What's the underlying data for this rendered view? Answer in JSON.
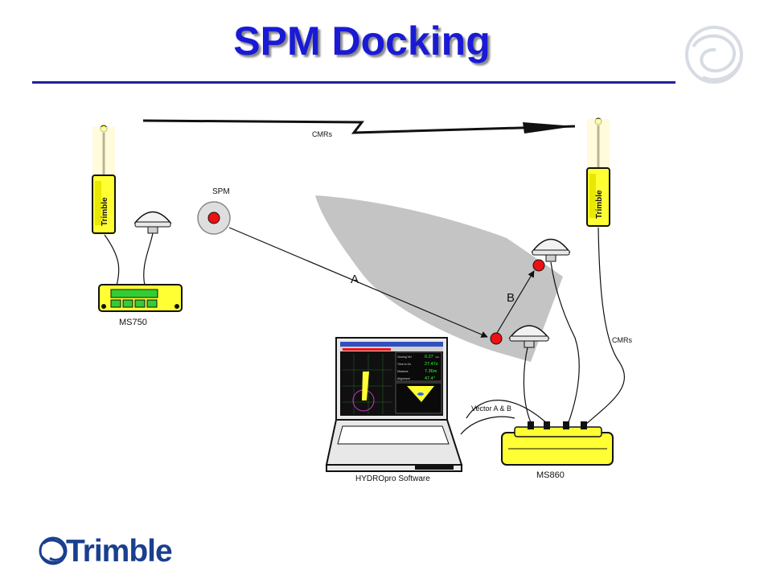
{
  "slide": {
    "title": "SPM Docking"
  },
  "diagram": {
    "cmrs_top": "CMRs",
    "cmrs_right": "CMRs",
    "spm_label": "SPM",
    "vector_a_label": "A",
    "vector_b_label": "B",
    "ms750_label": "MS750",
    "ms860_label": "MS860",
    "vector_ab_label": "Vector A & B",
    "software_label": "HYDROpro Software",
    "radio_brand": "Trimble"
  },
  "screen": {
    "row1_label": "Closing Vel",
    "row1_value": "0.27",
    "row1_unit": "m/s",
    "row2_label": "Time to Go",
    "row2_value": "27.47s",
    "row3_label": "Distance",
    "row3_value": "7.36m",
    "row4_label": "Alignment",
    "row4_value": "47.4°"
  },
  "footer": {
    "logo_text": "Trimble"
  },
  "colors": {
    "title": "#1a1ad6",
    "rule": "#1f1f9e",
    "radio": "#ffff33",
    "marker": "#ee1111",
    "hull": "#c4c4c4",
    "logo": "#1a3f8f"
  }
}
